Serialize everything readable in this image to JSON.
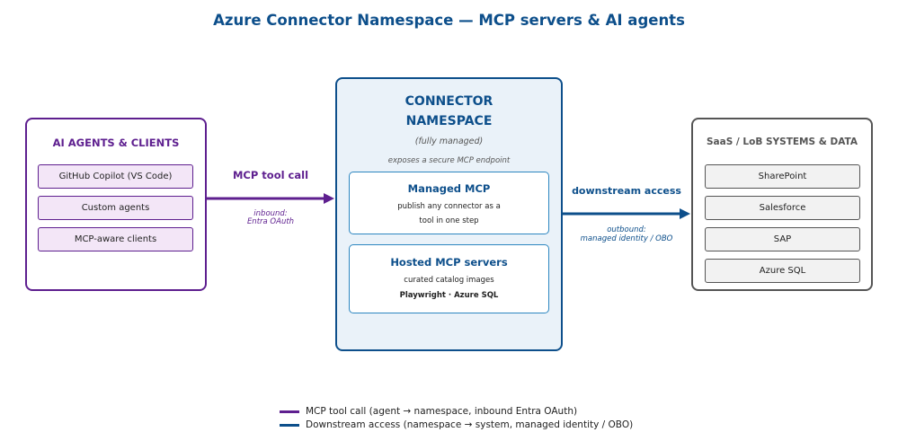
{
  "title": "Azure Connector Namespace — MCP servers & AI agents",
  "colors": {
    "agent": "#5e1f8f",
    "namespace": "#0d4f8b",
    "systems": "#555555",
    "card_border": "#2c86c0"
  },
  "left": {
    "heading": "AI AGENTS & CLIENTS",
    "items": [
      "GitHub Copilot (VS Code)",
      "Custom agents",
      "MCP-aware clients"
    ]
  },
  "center": {
    "heading_line1": "CONNECTOR",
    "heading_line2": "NAMESPACE",
    "subtitle": "(fully managed)",
    "note": "exposes a secure MCP endpoint",
    "managed": {
      "title": "Managed MCP",
      "line1": "publish any connector as a",
      "line2": "tool in one step"
    },
    "hosted": {
      "title": "Hosted MCP servers",
      "line1": "curated catalog images",
      "line2": "Playwright · Azure SQL"
    }
  },
  "right": {
    "heading": "SaaS / LoB SYSTEMS & DATA",
    "items": [
      "SharePoint",
      "Salesforce",
      "SAP",
      "Azure SQL"
    ]
  },
  "arrows": {
    "tool_call": {
      "label": "MCP tool call",
      "sub1": "inbound:",
      "sub2": "Entra OAuth"
    },
    "downstream": {
      "label": "downstream access",
      "sub1": "outbound:",
      "sub2": "managed identity / OBO"
    }
  },
  "legend": {
    "tool_call": "MCP tool call  (agent → namespace, inbound Entra OAuth)",
    "downstream": "Downstream access  (namespace → system, managed identity / OBO)"
  }
}
